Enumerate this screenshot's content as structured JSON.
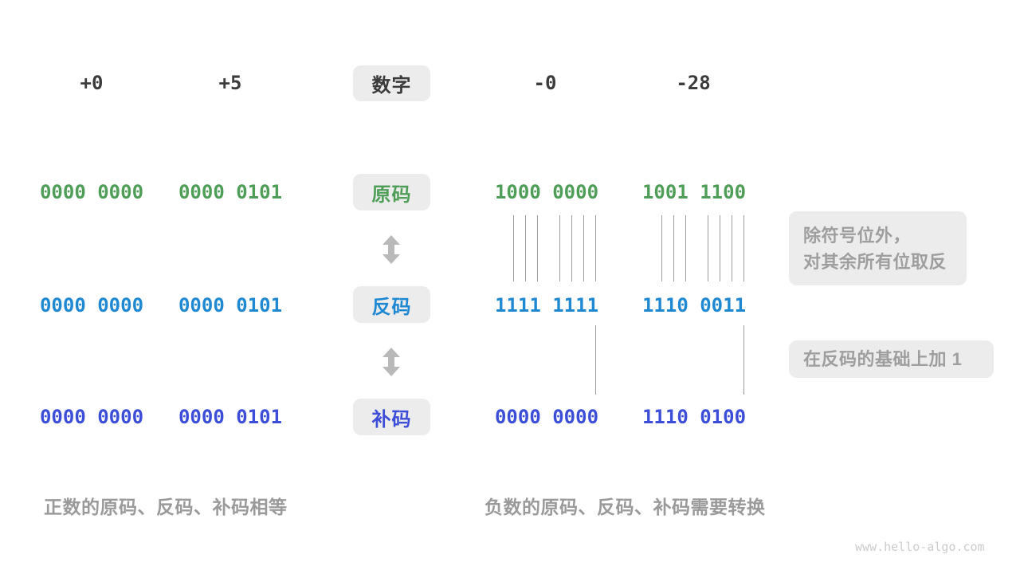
{
  "header": {
    "pos_zero": "+0",
    "pos_five": "+5",
    "digit_label": "数字",
    "neg_zero": "-0",
    "neg_twenty_eight": "-28"
  },
  "rows": [
    {
      "label": "原码",
      "values": {
        "pos_zero": "0000 0000",
        "pos_five": "0000 0101",
        "neg_zero": "1000 0000",
        "neg_twenty_eight": "1001 1100"
      }
    },
    {
      "label": "反码",
      "values": {
        "pos_zero": "0000 0000",
        "pos_five": "0000 0101",
        "neg_zero": "1111 1111",
        "neg_twenty_eight": "1110 0011"
      }
    },
    {
      "label": "补码",
      "values": {
        "pos_zero": "0000 0000",
        "pos_five": "0000 0101",
        "neg_zero": "0000 0000",
        "neg_twenty_eight": "1110 0100"
      }
    }
  ],
  "annotations": {
    "invert_line1": "除符号位外，",
    "invert_line2": "对其余所有位取反",
    "add_one": "在反码的基础上加 1"
  },
  "captions": {
    "positive": "正数的原码、反码、补码相等",
    "negative": "负数的原码、反码、补码需要转换"
  },
  "watermark": "www.hello-algo.com",
  "colors": {
    "sign_magnitude_green": "#4e9e58",
    "ones_complement_blue": "#1e88d2",
    "twos_complement_indigo": "#3c4ed8",
    "header_dark": "#3b3b3b",
    "annotation_gray": "#9e9e9e",
    "box_background": "#ececec",
    "line_gray": "#9b9b9b",
    "arrow_gray": "#b9b9b9",
    "watermark_gray": "#cccccc"
  }
}
